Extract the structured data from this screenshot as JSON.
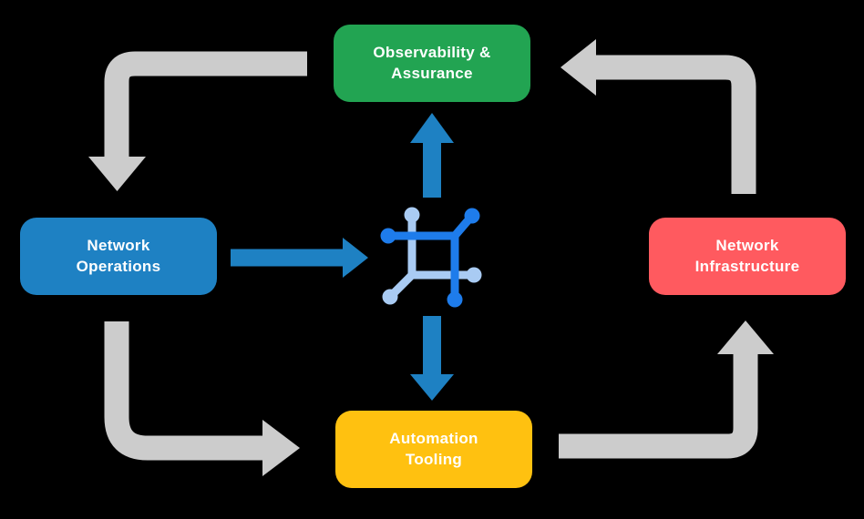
{
  "diagram": {
    "background": "#000000",
    "nodes": {
      "observability": {
        "label": "Observability & Assurance",
        "color": "#22A452",
        "text_color": "#FFFFFF"
      },
      "operations": {
        "label": "Network Operations",
        "color": "#1E81C3",
        "text_color": "#FFFFFF"
      },
      "infrastructure": {
        "label": "Network Infrastructure",
        "color": "#FF5A5F",
        "text_color": "#FFFFFF"
      },
      "automation": {
        "label": "Automation Tooling",
        "color": "#FFC110",
        "text_color": "#FFFFFF"
      }
    },
    "center_icon": {
      "name": "network-automation-icon",
      "dark_color": "#1E7CEB",
      "light_color": "#A9CBF3"
    },
    "arrows": {
      "cycle_color": "#CCCCCC",
      "flow_color": "#1E81C3",
      "connections": [
        {
          "from": "observability",
          "to": "operations",
          "style": "cycle"
        },
        {
          "from": "operations",
          "to": "automation",
          "style": "cycle"
        },
        {
          "from": "automation",
          "to": "infrastructure",
          "style": "cycle"
        },
        {
          "from": "infrastructure",
          "to": "observability",
          "style": "cycle"
        },
        {
          "from": "operations",
          "to": "center-icon",
          "style": "flow"
        },
        {
          "from": "center-icon",
          "to": "observability",
          "style": "flow"
        },
        {
          "from": "center-icon",
          "to": "automation",
          "style": "flow"
        }
      ]
    }
  }
}
